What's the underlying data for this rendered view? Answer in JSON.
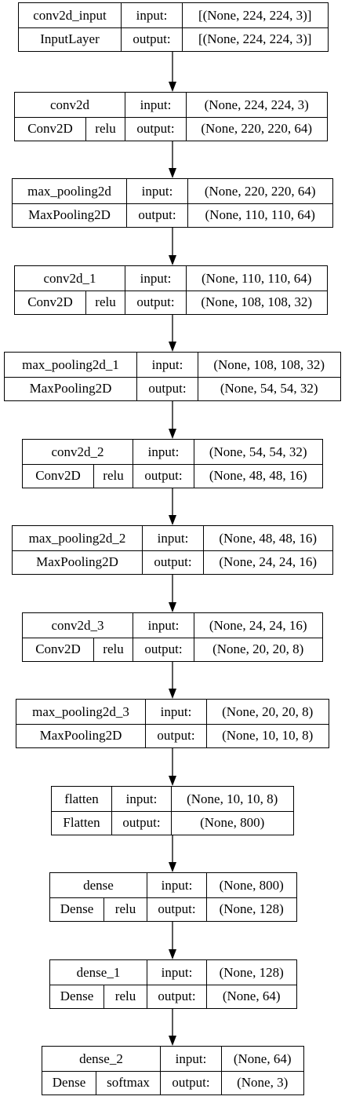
{
  "layers": [
    {
      "name": "conv2d_input",
      "type": "InputLayer",
      "activation": "",
      "input_label": "input:",
      "output_label": "output:",
      "input_shape": "[(None, 224, 224, 3)]",
      "output_shape": "[(None, 224, 224, 3)]"
    },
    {
      "name": "conv2d",
      "type": "Conv2D",
      "activation": "relu",
      "input_label": "input:",
      "output_label": "output:",
      "input_shape": "(None, 224, 224, 3)",
      "output_shape": "(None, 220, 220, 64)"
    },
    {
      "name": "max_pooling2d",
      "type": "MaxPooling2D",
      "activation": "",
      "input_label": "input:",
      "output_label": "output:",
      "input_shape": "(None, 220, 220, 64)",
      "output_shape": "(None, 110, 110, 64)"
    },
    {
      "name": "conv2d_1",
      "type": "Conv2D",
      "activation": "relu",
      "input_label": "input:",
      "output_label": "output:",
      "input_shape": "(None, 110, 110, 64)",
      "output_shape": "(None, 108, 108, 32)"
    },
    {
      "name": "max_pooling2d_1",
      "type": "MaxPooling2D",
      "activation": "",
      "input_label": "input:",
      "output_label": "output:",
      "input_shape": "(None, 108, 108, 32)",
      "output_shape": "(None, 54, 54, 32)"
    },
    {
      "name": "conv2d_2",
      "type": "Conv2D",
      "activation": "relu",
      "input_label": "input:",
      "output_label": "output:",
      "input_shape": "(None, 54, 54, 32)",
      "output_shape": "(None, 48, 48, 16)"
    },
    {
      "name": "max_pooling2d_2",
      "type": "MaxPooling2D",
      "activation": "",
      "input_label": "input:",
      "output_label": "output:",
      "input_shape": "(None, 48, 48, 16)",
      "output_shape": "(None, 24, 24, 16)"
    },
    {
      "name": "conv2d_3",
      "type": "Conv2D",
      "activation": "relu",
      "input_label": "input:",
      "output_label": "output:",
      "input_shape": "(None, 24, 24, 16)",
      "output_shape": "(None, 20, 20, 8)"
    },
    {
      "name": "max_pooling2d_3",
      "type": "MaxPooling2D",
      "activation": "",
      "input_label": "input:",
      "output_label": "output:",
      "input_shape": "(None, 20, 20, 8)",
      "output_shape": "(None, 10, 10, 8)"
    },
    {
      "name": "flatten",
      "type": "Flatten",
      "activation": "",
      "input_label": "input:",
      "output_label": "output:",
      "input_shape": "(None, 10, 10, 8)",
      "output_shape": "(None, 800)"
    },
    {
      "name": "dense",
      "type": "Dense",
      "activation": "relu",
      "input_label": "input:",
      "output_label": "output:",
      "input_shape": "(None, 800)",
      "output_shape": "(None, 128)"
    },
    {
      "name": "dense_1",
      "type": "Dense",
      "activation": "relu",
      "input_label": "input:",
      "output_label": "output:",
      "input_shape": "(None, 128)",
      "output_shape": "(None, 64)"
    },
    {
      "name": "dense_2",
      "type": "Dense",
      "activation": "softmax",
      "input_label": "input:",
      "output_label": "output:",
      "input_shape": "(None, 64)",
      "output_shape": "(None, 3)"
    }
  ],
  "colors": {
    "stroke": "#000000",
    "background": "#ffffff"
  }
}
